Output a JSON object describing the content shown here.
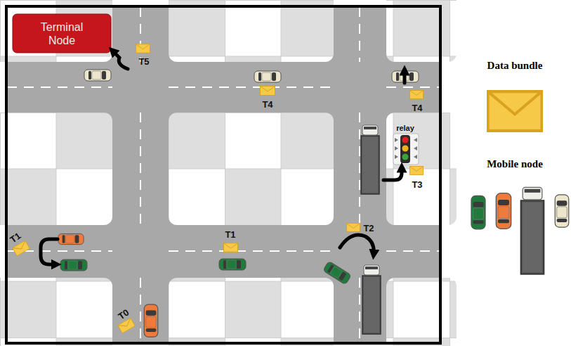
{
  "diagram": {
    "nodes": [
      {
        "text": [
          "Terminal Node"
        ]
      }
    ],
    "labels": [
      "T5",
      "T4",
      "T4",
      "relay",
      "T3",
      "T1",
      "T1",
      "T2",
      "T0"
    ],
    "legend": [
      {
        "text": "Data bundle"
      },
      {
        "text": "Mobile node"
      }
    ]
  }
}
